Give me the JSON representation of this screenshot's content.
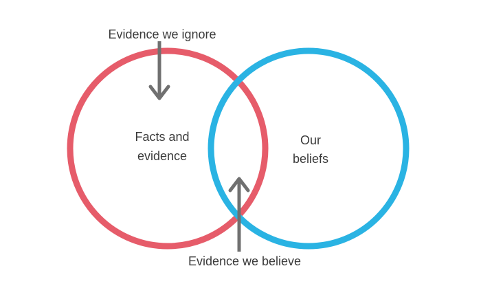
{
  "diagram": {
    "type": "venn",
    "circles": [
      {
        "id": "facts",
        "label_lines": [
          "Facts and",
          "evidence"
        ],
        "color": "#e65c6a"
      },
      {
        "id": "beliefs",
        "label_lines": [
          "Our",
          "beliefs"
        ],
        "color": "#2ab3e3"
      }
    ],
    "annotations": {
      "top": "Evidence we ignore",
      "bottom": "Evidence we believe"
    },
    "arrow_color": "#707070"
  }
}
